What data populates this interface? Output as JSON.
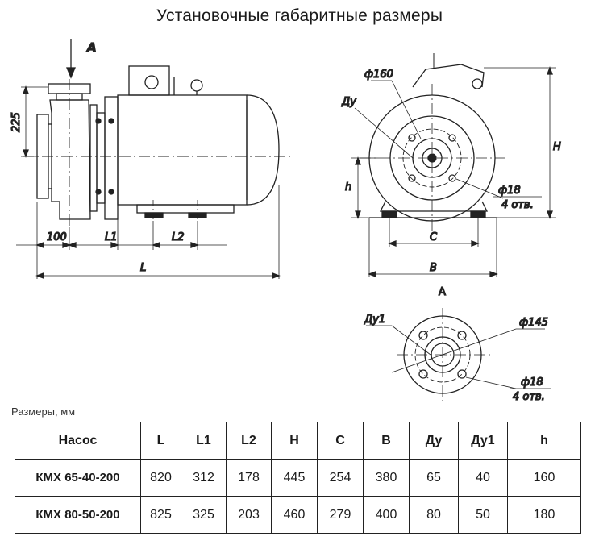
{
  "title": "Установочные габаритные размеры",
  "units_note": "Размеры, мм",
  "drawing_labels": {
    "view_a_arrow": "A",
    "dim_225": "225",
    "dim_100": "100",
    "dim_L1": "L1",
    "dim_L2": "L2",
    "dim_L": "L",
    "d160": "ф160",
    "Dy": "Ду",
    "H": "H",
    "h": "h",
    "d18": "ф18",
    "holes": "4 отв.",
    "C": "C",
    "B": "B",
    "view_a_title": "A",
    "Dy1": "Ду1",
    "d145": "ф145",
    "d18_2": "ф18",
    "holes_2": "4 отв."
  },
  "table": {
    "headers": [
      "Насос",
      "L",
      "L1",
      "L2",
      "H",
      "C",
      "B",
      "Ду",
      "Ду1",
      "h"
    ],
    "rows": [
      [
        "КМХ 65-40-200",
        "820",
        "312",
        "178",
        "445",
        "254",
        "380",
        "65",
        "40",
        "160"
      ],
      [
        "КМХ 80-50-200",
        "825",
        "325",
        "203",
        "460",
        "279",
        "400",
        "80",
        "50",
        "180"
      ]
    ]
  }
}
